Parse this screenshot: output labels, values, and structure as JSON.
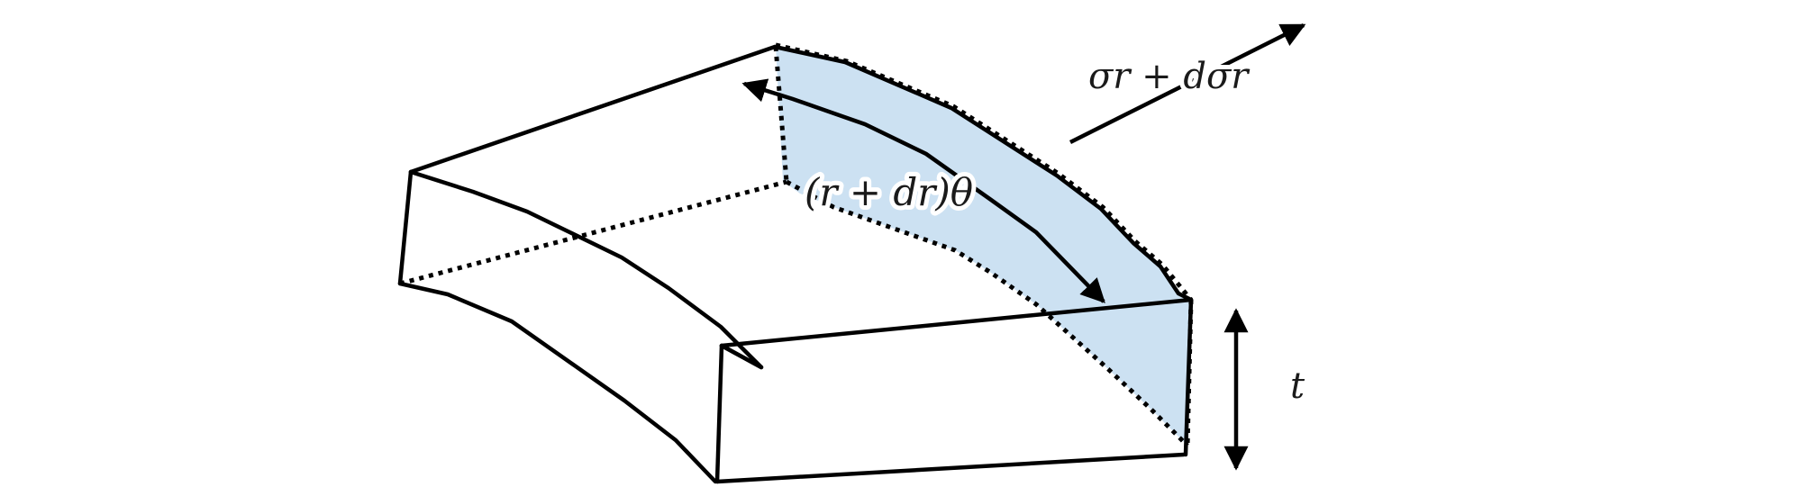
{
  "labels": {
    "stress": "σr + dσr",
    "arc_length": "(r + dr)θ",
    "thickness": "t"
  },
  "colors": {
    "shaded_face": "#cce1f2",
    "stroke": "#000000"
  }
}
